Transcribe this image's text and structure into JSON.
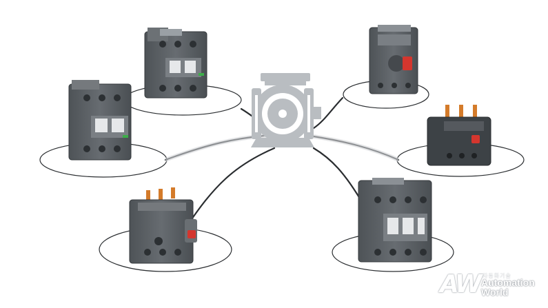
{
  "scene": {
    "products": [
      {
        "name": "large-contactor-top",
        "kind": "contactor"
      },
      {
        "name": "large-contactor-left",
        "kind": "contactor"
      },
      {
        "name": "thermal-relay-bottom-left",
        "kind": "thermal-overload-relay"
      },
      {
        "name": "motor-circuit-breaker",
        "kind": "motor-protection-breaker"
      },
      {
        "name": "thermal-relay-right",
        "kind": "thermal-overload-relay"
      },
      {
        "name": "small-contactor-bottom-right",
        "kind": "contactor"
      }
    ],
    "center_icon": "electric-motor-icon"
  },
  "colors": {
    "device_body": "#5b6064",
    "device_dark": "#3d4246",
    "accent_red": "#d4362e",
    "accent_green": "#3dae49",
    "motor_gray": "#b9bdc1",
    "outline": "#2a2d30"
  },
  "watermark": {
    "logo_letters": "AW",
    "small_text": "자동화기술",
    "line1": "Automation",
    "line2": "World"
  }
}
